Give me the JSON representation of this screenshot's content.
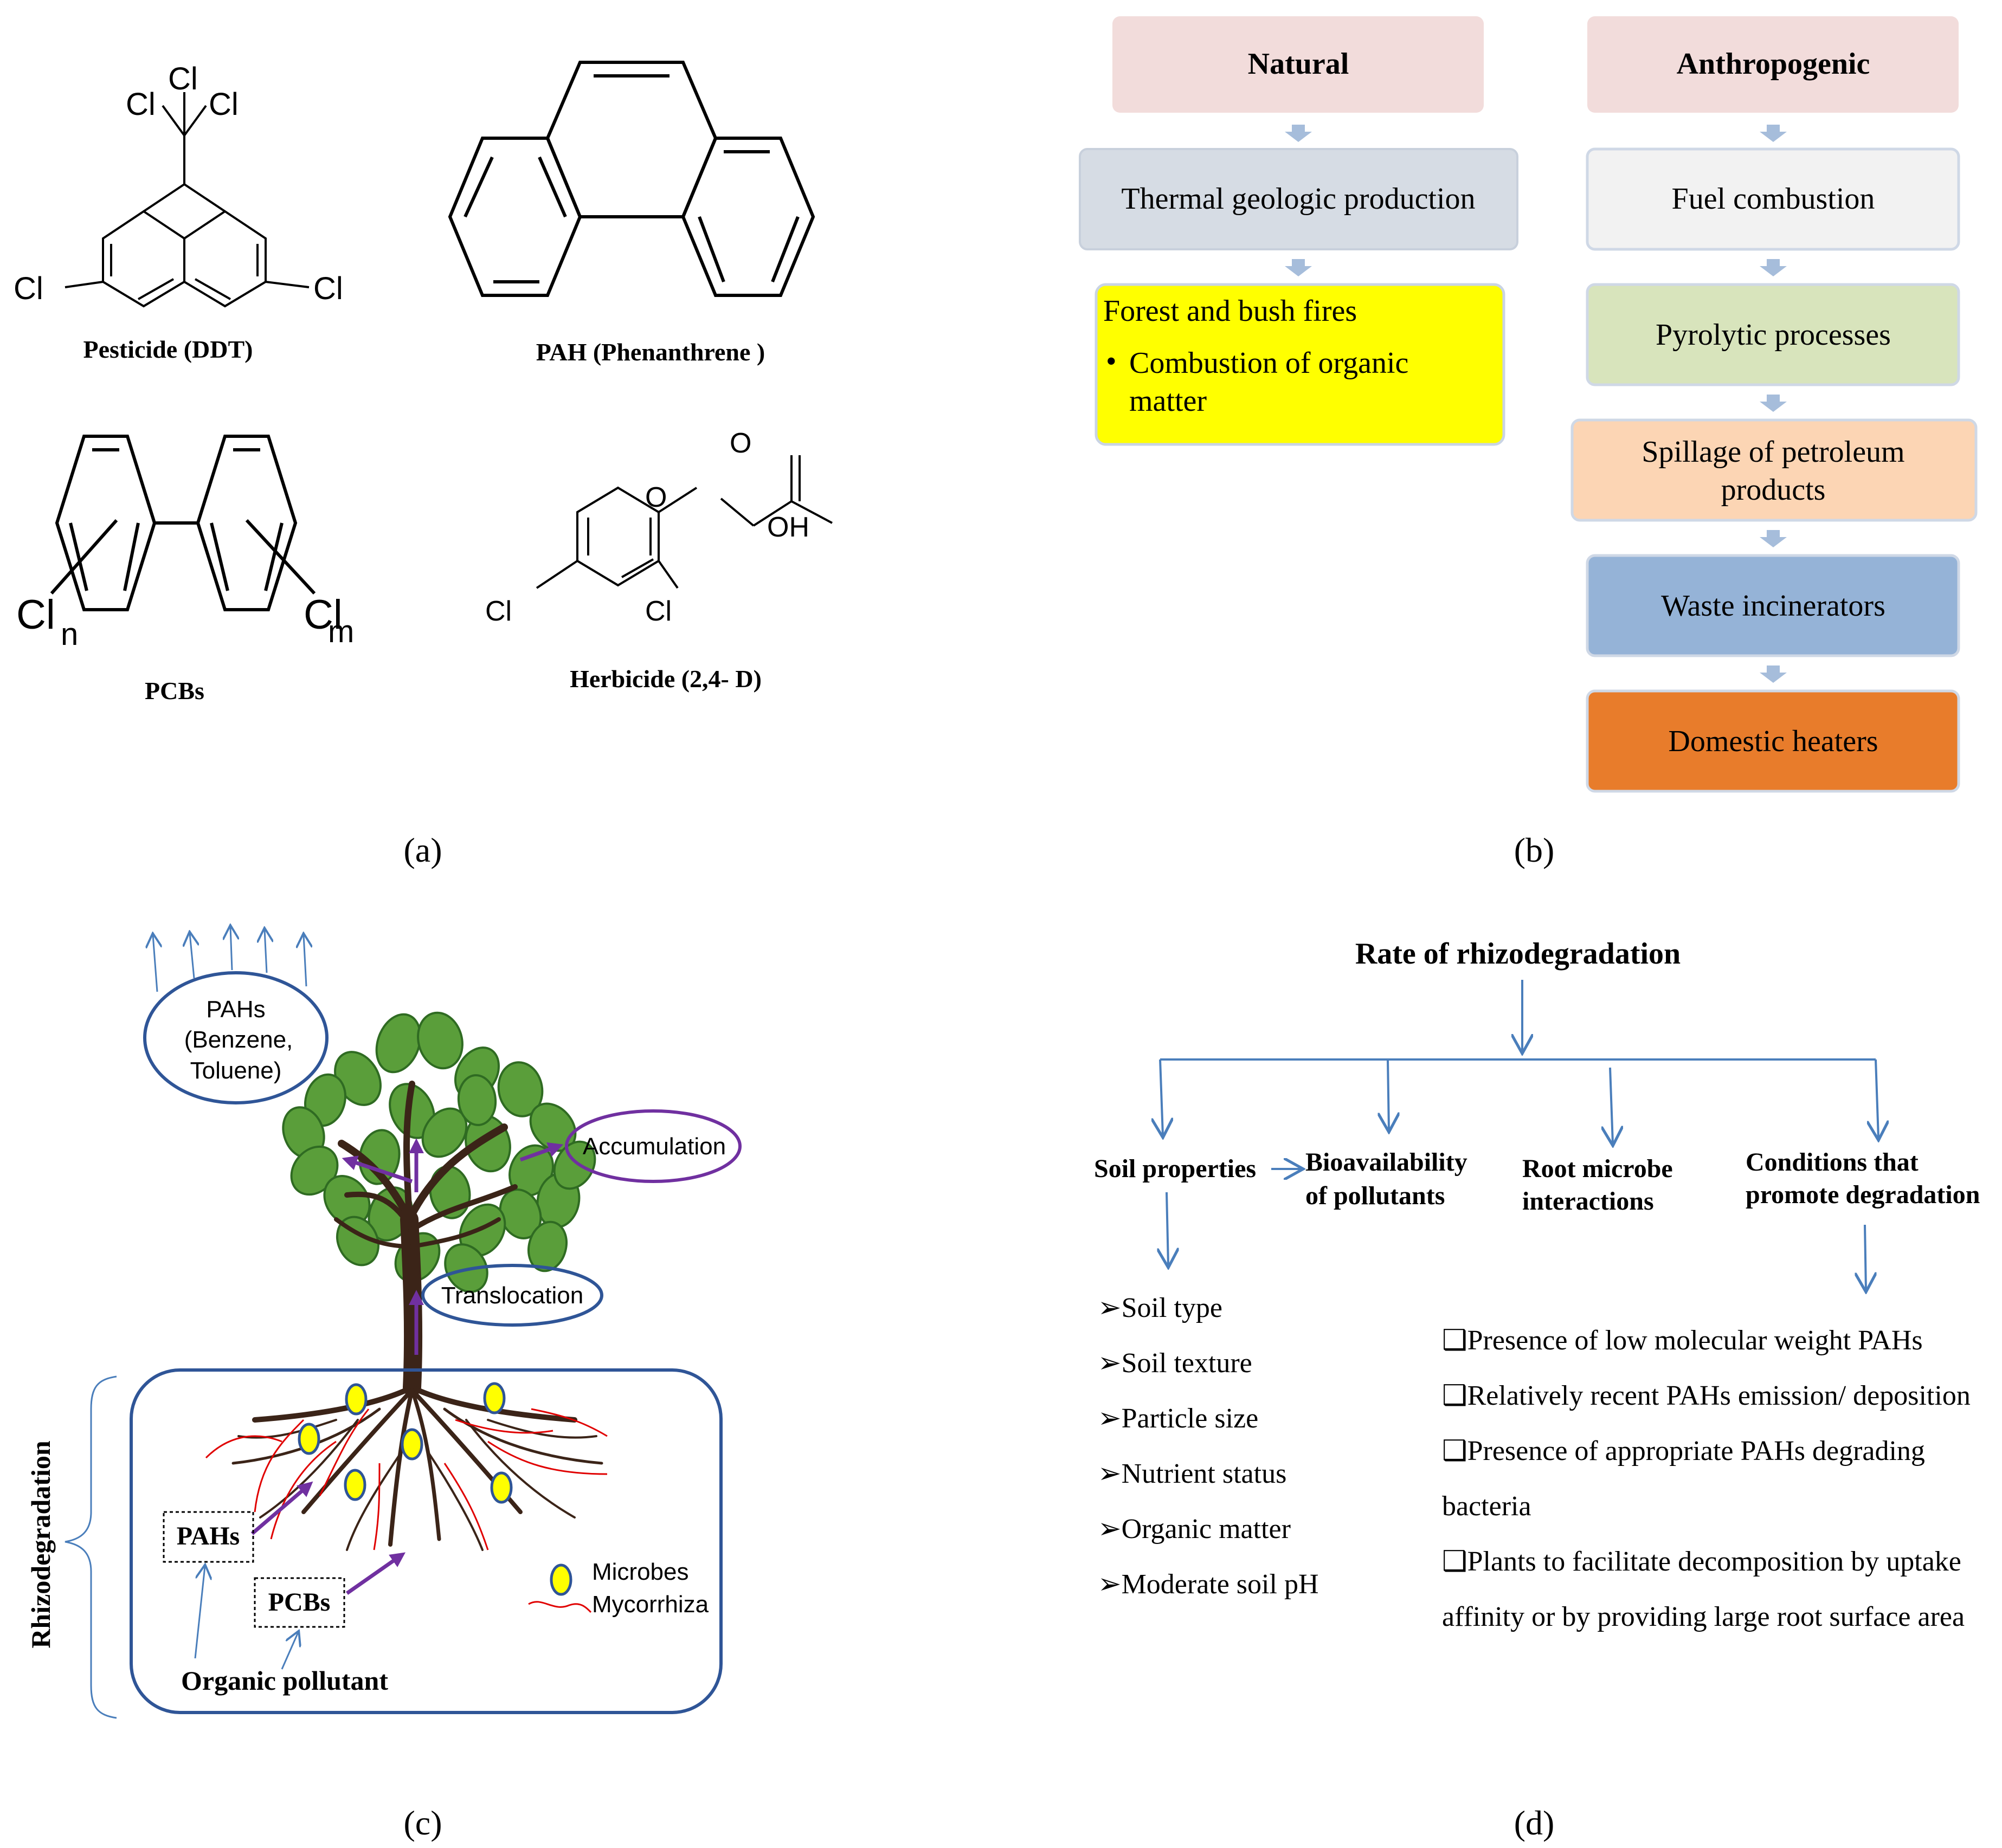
{
  "panel_labels": {
    "a": "(a)",
    "b": "(b)",
    "c": "(c)",
    "d": "(d)"
  },
  "panel_a": {
    "ddt": {
      "caption": "Pesticide (DDT)",
      "atoms": {
        "cl_top": "Cl",
        "cl_left": "Cl",
        "cl_right": "Cl",
        "cl_ring_left": "Cl",
        "cl_ring_right": "Cl"
      }
    },
    "pah": {
      "caption": "PAH (Phenanthrene )"
    },
    "pcb": {
      "caption": "PCBs",
      "cl_n": "Cl",
      "sub_n": "n",
      "cl_m": "Cl",
      "sub_m": "m"
    },
    "herbicide": {
      "caption": "Herbicide (2,4- D)",
      "atoms": {
        "o_top": "O",
        "oh": "OH",
        "o_ether": "O",
        "cl_left": "Cl",
        "cl_right": "Cl"
      }
    }
  },
  "panel_b": {
    "natural": {
      "header": "Natural",
      "step1": "Thermal geologic production",
      "step2_title": "Forest and bush fires",
      "step2_bullet_line1": "Combustion of organic",
      "step2_bullet_line2": "matter",
      "bullet": "•"
    },
    "anthropogenic": {
      "header": "Anthropogenic",
      "steps": {
        "s1": "Fuel combustion",
        "s2": "Pyrolytic processes",
        "s3_line1": "Spillage of petroleum",
        "s3_line2": "products",
        "s4": "Waste incinerators",
        "s5": "Domestic heaters"
      }
    },
    "colors": {
      "header_pink": "#f2dcdb",
      "natural_blue_grey": "#d6dce4",
      "forest_yellow": "#ffff00",
      "fuel_grey": "#f2f2f2",
      "pyrolytic_green": "#d8e4bc",
      "spillage_peach": "#fcd5b4",
      "waste_blue": "#95b3d7",
      "heaters_orange": "#e87c2b",
      "arrow": "#a6bddb"
    }
  },
  "panel_c": {
    "side_label": "Rhizodegradation",
    "pahs_cloud_line1": "PAHs",
    "pahs_cloud_line2": "(Benzene,",
    "pahs_cloud_line3": "Toluene)",
    "accumulation": "Accumulation",
    "translocation": "Translocation",
    "pahs_box": "PAHs",
    "pcbs_box": "PCBs",
    "organic_pollutant": "Organic pollutant",
    "legend_microbes": "Microbes",
    "legend_mycorrhiza": "Mycorrhiza",
    "colors": {
      "outline_blue": "#2f5597",
      "purple": "#7030a0",
      "leaf_green": "#5a9e3a",
      "trunk": "#3b2418",
      "microbe_yellow": "#ffff00",
      "mycorrhiza_red": "#e00000"
    }
  },
  "panel_d": {
    "title": "Rate of rhizodegradation",
    "soil_properties": "Soil properties",
    "bioavailability_line1": "Bioavailability",
    "bioavailability_line2": "of pollutants",
    "root_microbe_line1": "Root microbe",
    "root_microbe_line2": "interactions",
    "conditions_line1": "Conditions that",
    "conditions_line2": "promote degradation",
    "soil_list": [
      "➢Soil type",
      "➢Soil texture",
      "➢Particle size",
      "➢Nutrient status",
      "➢Organic matter",
      "➢Moderate soil pH"
    ],
    "conditions_list": [
      "❑Presence of low molecular weight PAHs",
      "❑Relatively recent PAHs emission/ deposition",
      "❑Presence of appropriate PAHs degrading",
      "bacteria",
      "❑Plants to facilitate decomposition by uptake",
      "affinity or by providing large root surface area"
    ],
    "colors": {
      "arrow_blue": "#4a7ebb"
    }
  }
}
